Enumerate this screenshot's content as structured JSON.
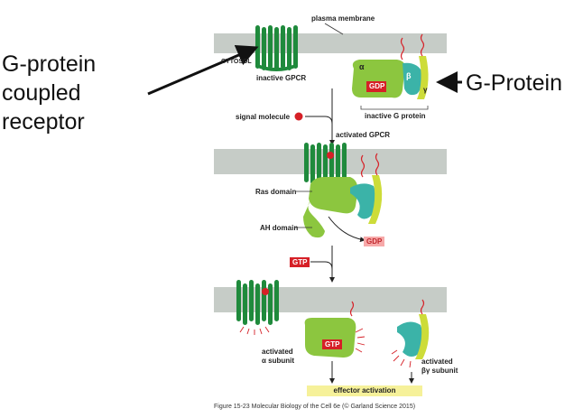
{
  "annotations": {
    "gpcr_label": "G-protein coupled receptor",
    "gprotein_label": "G-Protein"
  },
  "diagram": {
    "plasma_membrane": "plasma membrane",
    "cytosol": "CYTOSOL",
    "inactive_gpcr": "inactive GPCR",
    "alpha": "α",
    "beta": "β",
    "gamma": "γ",
    "gdp": "GDP",
    "inactive_gprotein": "inactive G protein",
    "signal_molecule": "signal molecule",
    "activated_gpcr": "activated GPCR",
    "ras_domain": "Ras domain",
    "ah_domain": "AH domain",
    "gdp_released": "GDP",
    "gtp_input": "GTP",
    "gtp_bound": "GTP",
    "activated_alpha_line1": "activated",
    "activated_alpha_line2": "α subunit",
    "activated_bg_line1": "activated",
    "activated_bg_line2": "βγ subunit",
    "effector_activation": "effector activation",
    "figure_caption": "Figure 15-23 Molecular Biology of the Cell 6e (© Garland Science 2015)"
  },
  "colors": {
    "membrane": "#c6ccc7",
    "receptor": "#1f8a3c",
    "alpha": "#8cc63f",
    "beta": "#3bb3a8",
    "gamma": "#cddc39",
    "signal": "#d62027",
    "effector": "#f6f19a"
  }
}
